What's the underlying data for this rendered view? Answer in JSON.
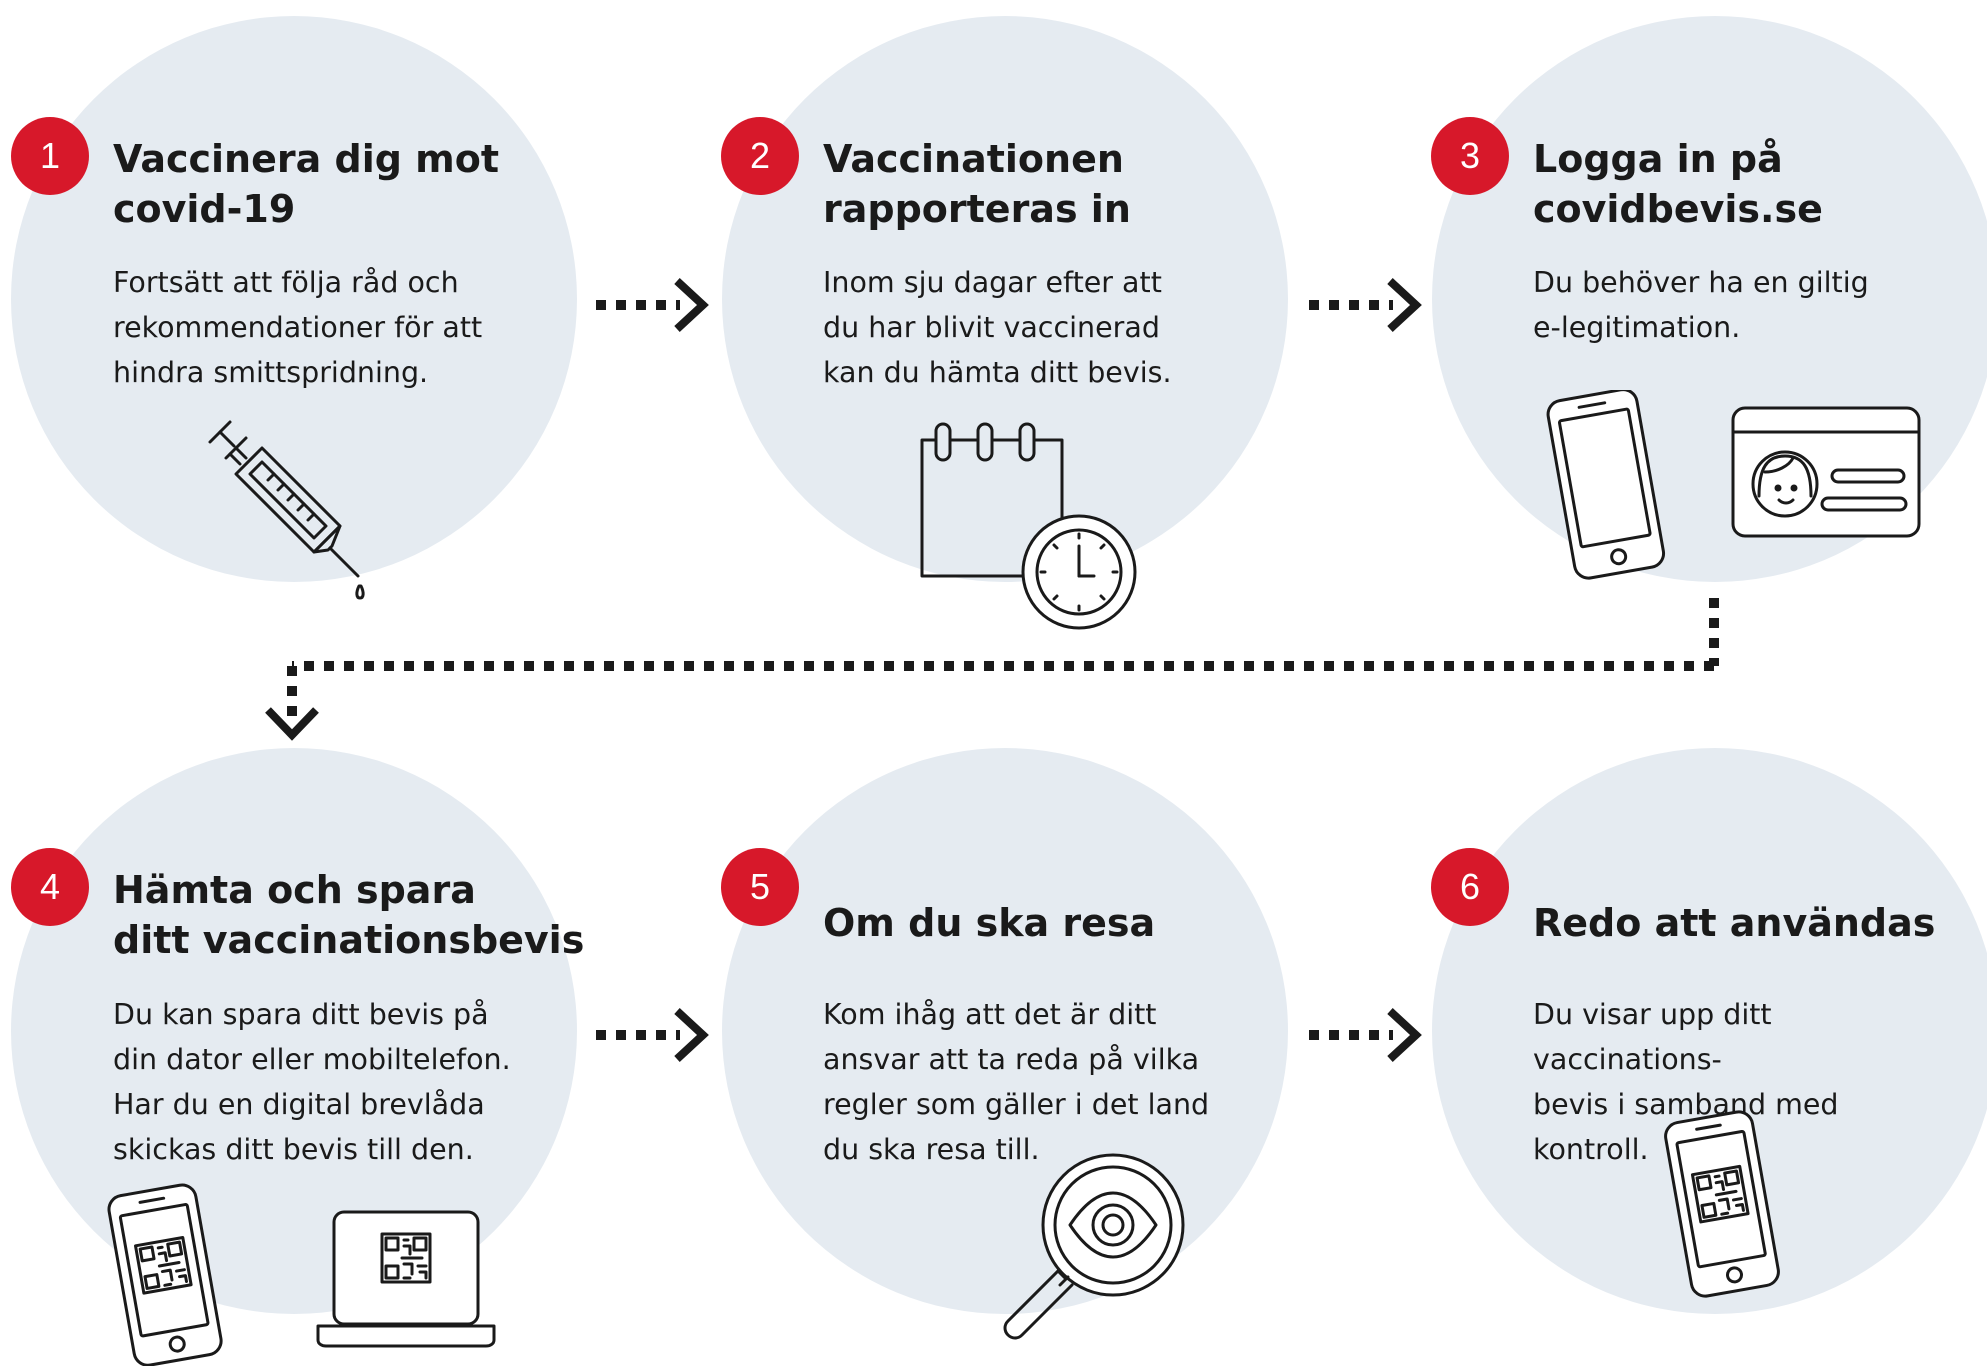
{
  "colors": {
    "badge": "#d7182a",
    "bubble": "#e5ebf1",
    "text": "#1a1a1a",
    "line": "#1a1a1a"
  },
  "steps": [
    {
      "number": "1",
      "title_line1": "Vaccinera dig mot",
      "title_line2": "covid-19",
      "body": [
        "Fortsätt att följa råd och",
        "rekommendationer för att",
        "hindra smittspridning."
      ],
      "icon": "syringe-icon"
    },
    {
      "number": "2",
      "title_line1": "Vaccinationen",
      "title_line2": "rapporteras in",
      "body": [
        "Inom sju dagar efter att",
        "du har blivit vaccinerad",
        "kan du hämta ditt bevis."
      ],
      "icon": "calendar-clock-icon"
    },
    {
      "number": "3",
      "title_line1": "Logga in på",
      "title_line2": "covidbevis.se",
      "body": [
        "Du behöver ha en giltig",
        "e-legitimation."
      ],
      "icon": "phone-and-id-card-icon"
    },
    {
      "number": "4",
      "title_line1": "Hämta och spara",
      "title_line2": "ditt vaccinationsbevis",
      "body": [
        "Du kan spara ditt bevis på",
        "din dator eller mobiltelefon.",
        "Har du en digital brevlåda",
        "skickas ditt bevis till den."
      ],
      "icon": "phone-and-laptop-qr-icon"
    },
    {
      "number": "5",
      "title_line1": "Om du ska resa",
      "title_line2": "",
      "body": [
        "Kom ihåg att det är ditt",
        "ansvar att ta reda på vilka",
        "regler som gäller i det land",
        "du ska resa till."
      ],
      "icon": "magnifier-eye-icon"
    },
    {
      "number": "6",
      "title_line1": "Redo att användas",
      "title_line2": "",
      "body": [
        "Du visar upp ditt vaccinations-",
        "bevis i samband med kontroll."
      ],
      "icon": "phone-qr-icon"
    }
  ]
}
